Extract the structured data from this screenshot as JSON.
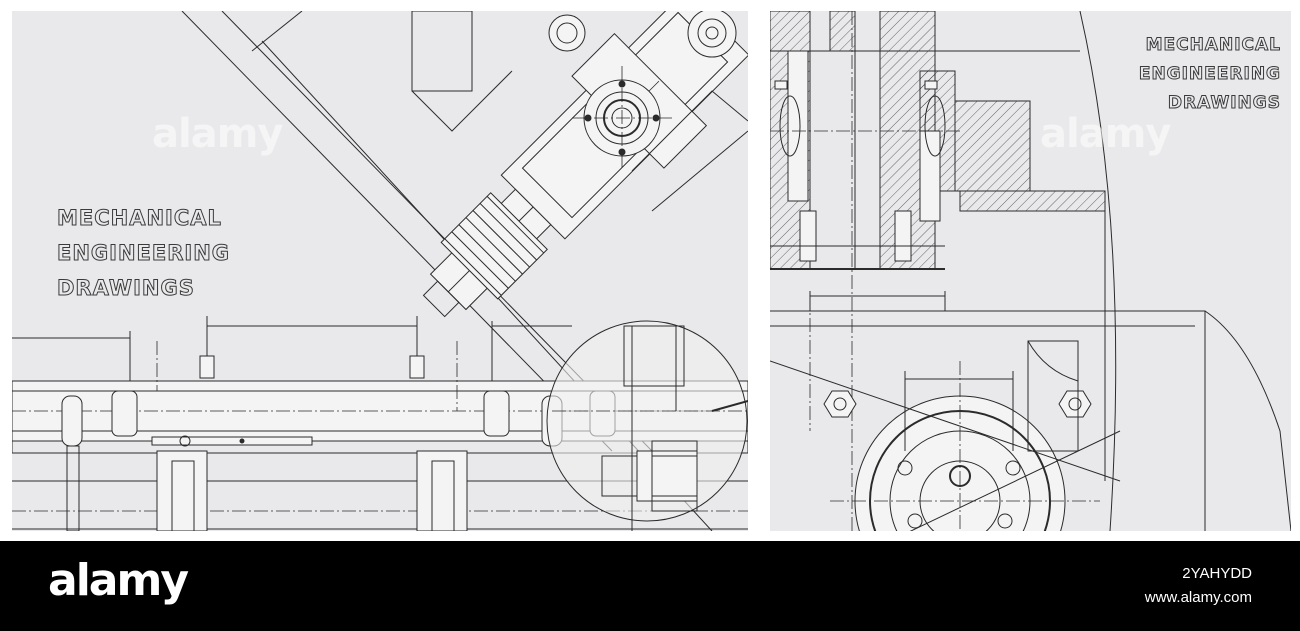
{
  "left_panel": {
    "title_lines": [
      "MECHANICAL",
      "ENGINEERING",
      "DRAWINGS"
    ],
    "watermark": "alamy"
  },
  "right_panel": {
    "title_lines": [
      "MECHANICAL",
      "ENGINEERING",
      "DRAWINGS"
    ],
    "watermark": "alamy"
  },
  "footer": {
    "logo": "alamy",
    "image_id": "2YAHYDD",
    "site": "www.alamy.com"
  },
  "colors": {
    "panel_background": "#e9e9ec",
    "line": "#2b2b2b",
    "footer_background": "#000000"
  }
}
